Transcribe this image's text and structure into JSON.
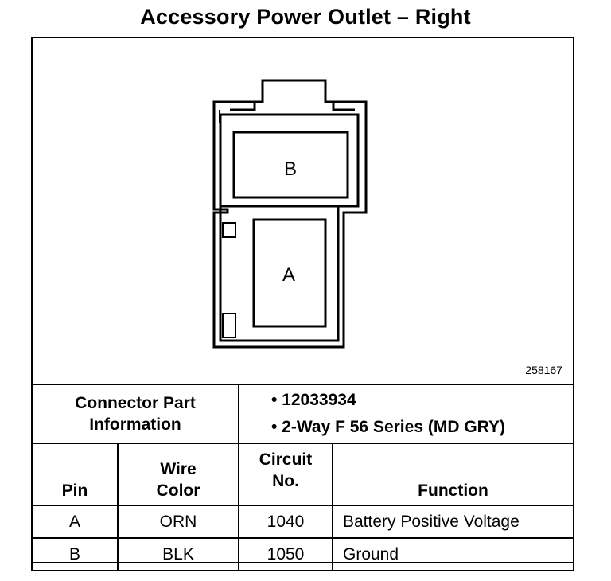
{
  "title": "Accessory Power Outlet – Right",
  "diagram": {
    "pin_labels": [
      "B",
      "A"
    ],
    "figure_id": "258167"
  },
  "connector": {
    "label_line1": "Connector Part",
    "label_line2": "Information",
    "items": [
      "• 12033934",
      "• 2-Way F 56 Series (MD GRY)"
    ]
  },
  "columns": {
    "pin": "Pin",
    "wire_color_line1": "Wire",
    "wire_color_line2": "Color",
    "circuit_line1": "Circuit",
    "circuit_line2": "No.",
    "function": "Function"
  },
  "rows": [
    {
      "pin": "A",
      "wire_color": "ORN",
      "circuit": "1040",
      "function": "Battery Positive Voltage"
    },
    {
      "pin": "B",
      "wire_color": "BLK",
      "circuit": "1050",
      "function": "Ground"
    }
  ]
}
